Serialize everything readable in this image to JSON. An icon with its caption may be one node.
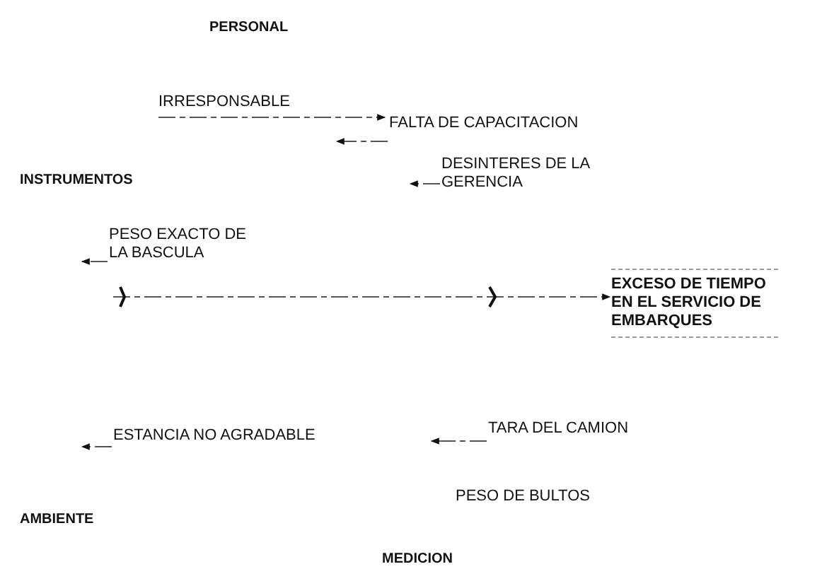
{
  "diagram": {
    "nodes": [
      {
        "text": [
          "IRRESPONSABLE"
        ]
      },
      {
        "text": [
          "FALTA DE CAPACITACION"
        ]
      },
      {
        "text": [
          "DESINTERES DE LA GERENCIA"
        ]
      },
      {
        "text": [
          "PESO EXACTO DE LA BASCULA"
        ]
      },
      {
        "text": [
          "EXCESO DE TIEMPO EN EL SERVICIO DE EMBARQUES"
        ]
      },
      {
        "text": [
          "ESTANCIA NO AGRADABLE"
        ]
      },
      {
        "text": [
          "TARA DEL CAMION"
        ]
      }
    ],
    "edges": [
      {
        "from": 0,
        "to": 1,
        "arrow": "to"
      },
      {
        "from": 1,
        "to": null,
        "arrow": "to"
      },
      {
        "from": 2,
        "to": null,
        "arrow": "to"
      },
      {
        "from": 3,
        "to": null,
        "arrow": "to"
      },
      {
        "from": null,
        "to": 4,
        "arrow": "to"
      },
      {
        "from": 5,
        "to": null,
        "arrow": "to"
      },
      {
        "from": 6,
        "to": null,
        "arrow": "to"
      }
    ],
    "labels": [
      "PERSONAL",
      "INSTRUMENTOS",
      "AMBIENTE",
      "PESO DE BULTOS",
      "MEDICION"
    ]
  }
}
